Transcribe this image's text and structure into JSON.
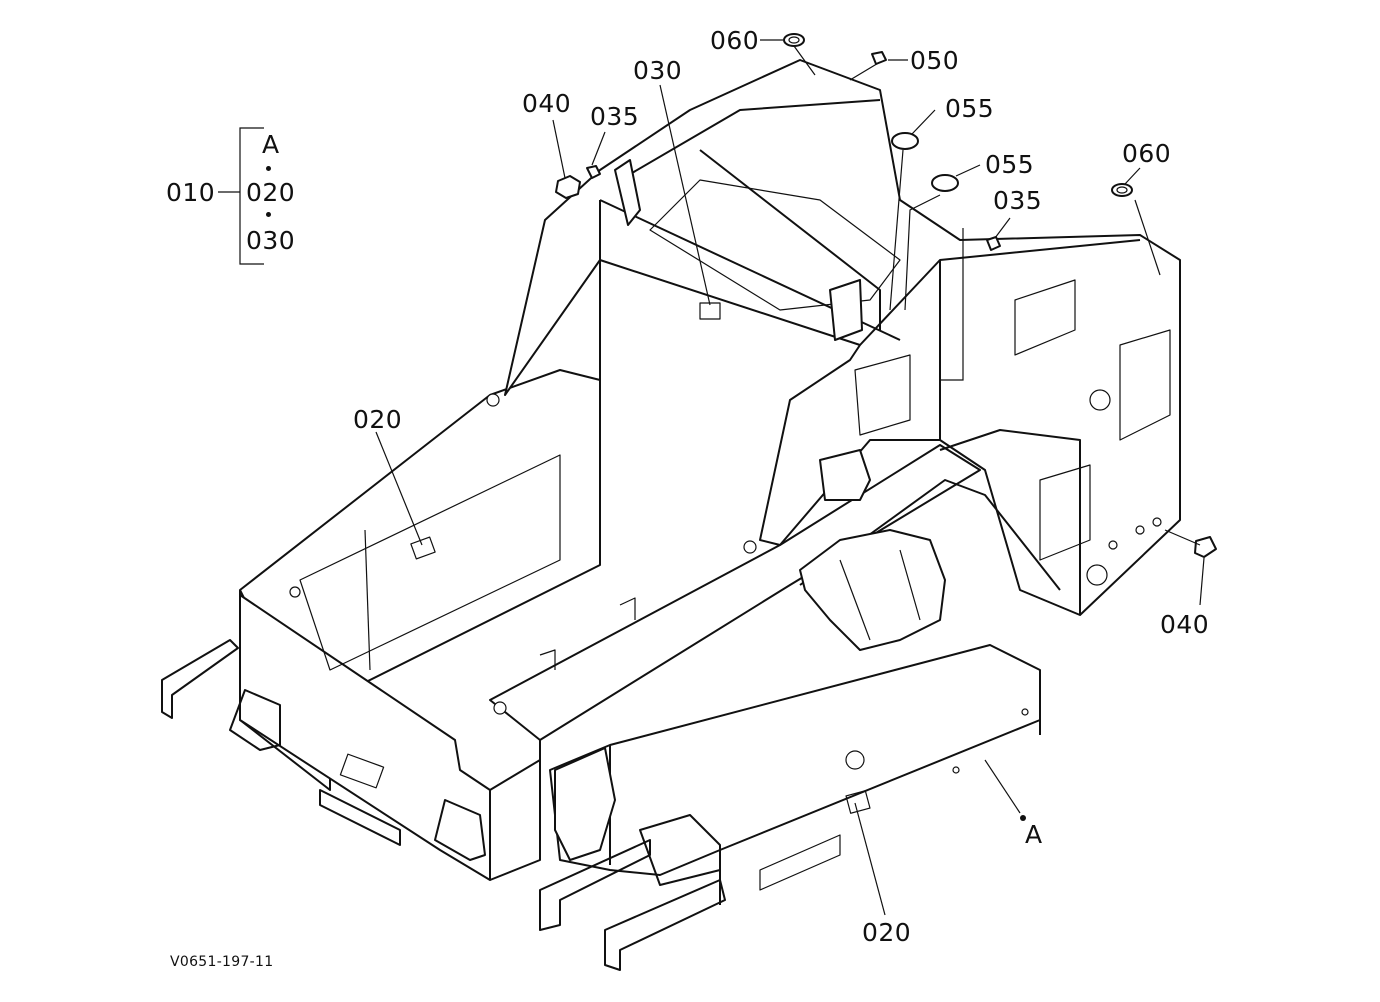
{
  "callouts": [
    {
      "id": "c060a",
      "text": "060"
    },
    {
      "id": "c050",
      "text": "050"
    },
    {
      "id": "c030",
      "text": "030"
    },
    {
      "id": "c040a",
      "text": "040"
    },
    {
      "id": "c035a",
      "text": "035"
    },
    {
      "id": "c055a",
      "text": "055"
    },
    {
      "id": "c055b",
      "text": "055"
    },
    {
      "id": "c060b",
      "text": "060"
    },
    {
      "id": "c035b",
      "text": "035"
    },
    {
      "id": "c020a",
      "text": "020"
    },
    {
      "id": "c040b",
      "text": "040"
    },
    {
      "id": "cA",
      "text": "A"
    },
    {
      "id": "c020b",
      "text": "020"
    }
  ],
  "legend": {
    "parent": "010",
    "items": [
      "A",
      "020",
      "030"
    ]
  },
  "figure_code": "V0651-197-11"
}
